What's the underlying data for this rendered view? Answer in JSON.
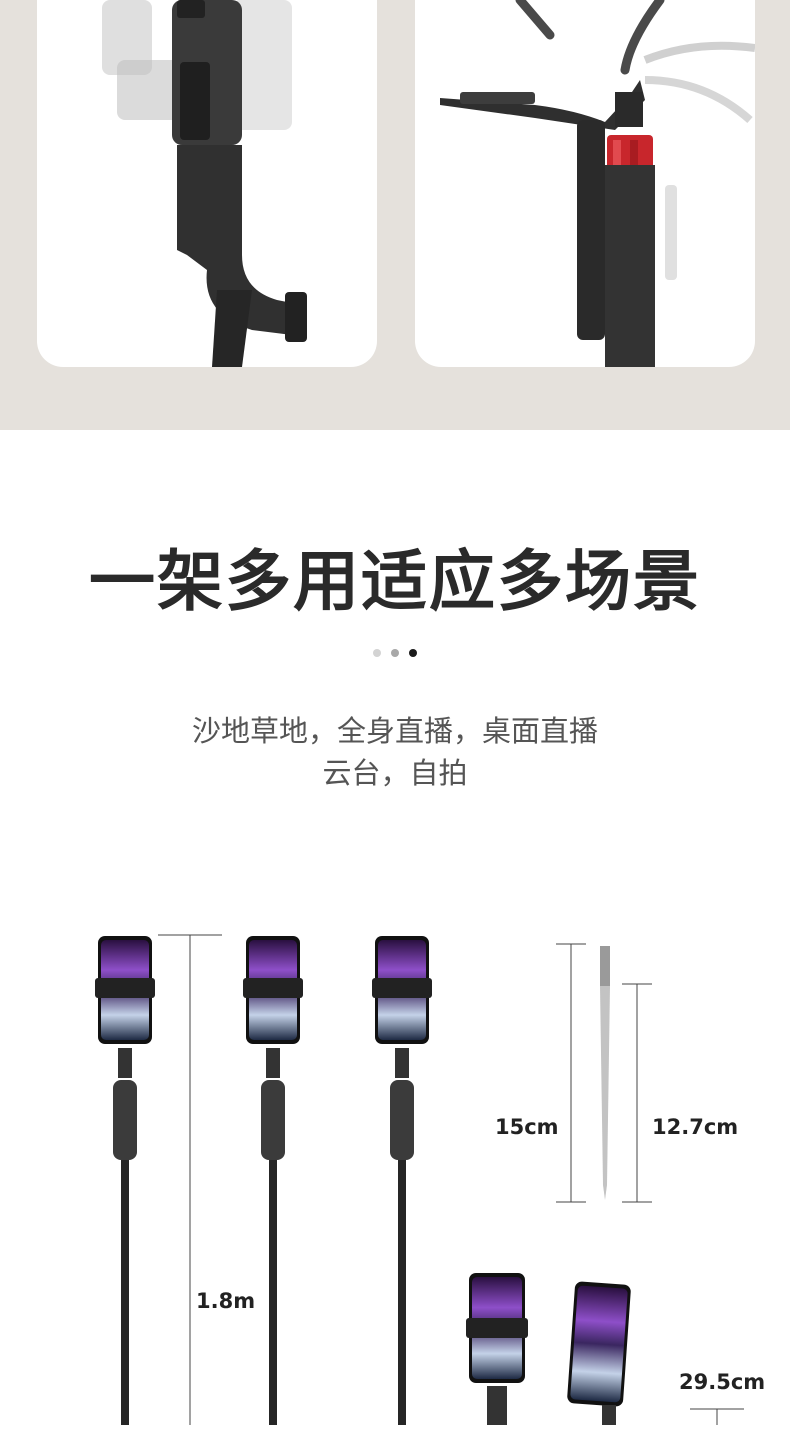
{
  "heading": "一架多用适应多场景",
  "pager": {
    "count": 3,
    "active_index": 2,
    "colors": [
      "#d3d3d3",
      "#a8a8a8",
      "#1a1a1a"
    ]
  },
  "description": {
    "line1": "沙地草地，全身直播，桌面直播",
    "line2": "云台，自拍"
  },
  "measurements": {
    "total_height": "1.8m",
    "spike_total": "15cm",
    "spike_inner": "12.7cm",
    "desktop_height": "29.5cm"
  },
  "colors": {
    "band": "#e5e1dc",
    "accent_red": "#c8262c",
    "dark_metal": "#2f2f2f"
  }
}
